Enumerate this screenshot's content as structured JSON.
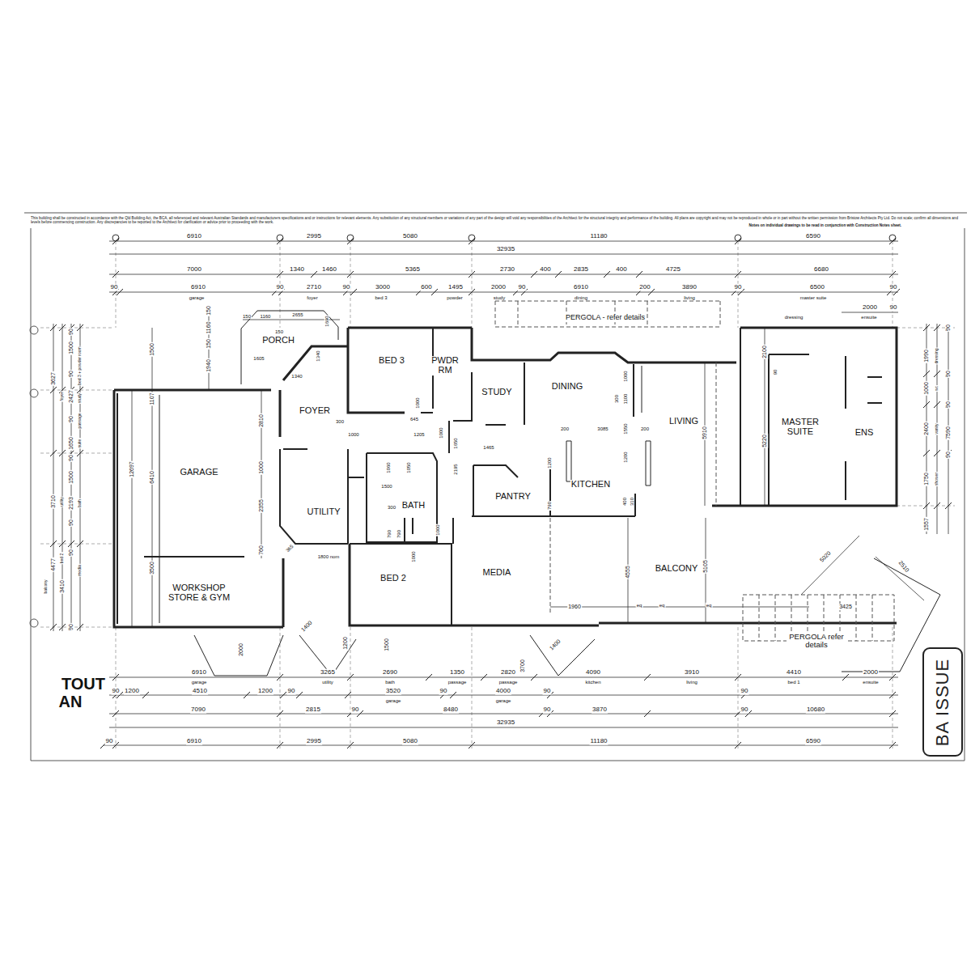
{
  "diagram": {
    "nodes": [
      {
        "text": [
          "BA ISSUE"
        ]
      }
    ],
    "labels": [
      "This building shall be constructed in accordance with the Qld Building Act, the BCA, all referenced and relevant Australian Standards and manufacturers specifications and or instructions for relevant elements. Any substitution of any structural members or variations of any part of the design will void any responsibilities of the Architect for the structural integrity and performance of the building. All plans are copyright and may not be reproduced in whole or in part without the written permission from Bristow Architects Pty Ltd. Do not scale; confirm all dimensions and levels before commencing construction. Any discrepancies to be reported to the Architect for clarification or advice prior to proceeding with the work.",
      "Notes on individual drawings to be read in conjunction with Construction Notes sheet.",
      "6910",
      "2995",
      "5080",
      "11180",
      "6590",
      "32935",
      "7000",
      "1340",
      "1460",
      "5365",
      "2730",
      "400",
      "2835",
      "400",
      "4725",
      "6680",
      "90",
      "6910",
      "90",
      "2710",
      "90",
      "3000",
      "600",
      "1495",
      "2000",
      "90",
      "6910",
      "200",
      "3890",
      "90",
      "6500",
      "90",
      "garage",
      "foyer",
      "bed 3",
      "powder",
      "study",
      "dining",
      "living",
      "master suite",
      "2000",
      "90",
      "dressing",
      "ensuite",
      "PERGOLA - refer details",
      "90",
      "1500",
      "3627",
      "bed 3 + powder room",
      "90",
      "2427",
      "foyer",
      "study",
      "90",
      "passage",
      "1650",
      "suite",
      "90",
      "1500",
      "3710",
      "utility",
      "2193",
      "bath",
      "90",
      "4477",
      "bed 2",
      "media",
      "3410",
      "balcony",
      "90",
      "90",
      "90",
      "1990",
      "dressing",
      "90",
      "1000",
      "wc",
      "90",
      "2400",
      "vanity",
      "7590",
      "90",
      "1750",
      "shower",
      "1557",
      "1500",
      "1107",
      "12697",
      "6410",
      "3500",
      "1940",
      "150",
      "1160",
      "150",
      "150",
      "1160",
      "2655",
      "1605",
      "1340",
      "1340",
      "1690",
      "150",
      "2810",
      "1000",
      "2355",
      "760",
      "300",
      "1000",
      "645",
      "1205",
      "1000",
      "1000",
      "1650",
      "1465",
      "1060",
      "1050",
      "1500",
      "300",
      "790",
      "790",
      "2195",
      "1000",
      "1000",
      "1800 nom",
      "365",
      "200",
      "3085",
      "200",
      "1000",
      "300",
      "1100",
      "1550",
      "1200",
      "1200",
      "790",
      "400",
      "310",
      "5910",
      "2100",
      "5220",
      "90",
      "4555",
      "5105",
      "5020",
      "2510",
      "1960",
      "3425",
      "eq",
      "eq",
      "eq",
      "1400",
      "1200",
      "1500",
      "2000",
      "1400",
      "3700",
      "6910",
      "3265",
      "2690",
      "1350",
      "2820",
      "4090",
      "3910",
      "4410",
      "2000",
      "garage",
      "utility",
      "bath",
      "passage",
      "passage",
      "kitchen",
      "living",
      "bed 1",
      "ensuite",
      "90",
      "1200",
      "4510",
      "1200",
      "90",
      "3520",
      "90",
      "4000",
      "90",
      "90",
      "garage",
      "garage",
      "7090",
      "2815",
      "90",
      "8480",
      "90",
      "3870",
      "90",
      "10680",
      "32935",
      "90",
      "6910",
      "2995",
      "5080",
      "11180",
      "6590",
      "PORCH",
      "BED 3",
      "PWDR RM",
      "STUDY",
      "DINING",
      "LIVING",
      "FOYER",
      "MASTER SUITE",
      "ENS",
      "GARAGE",
      "UTILITY",
      "BATH",
      "PANTRY",
      "KITCHEN",
      "BED 2",
      "MEDIA",
      "BALCONY",
      "WORKSHOP STORE & GYM",
      "PERGOLA refer details",
      "TOUT",
      "AN"
    ]
  }
}
